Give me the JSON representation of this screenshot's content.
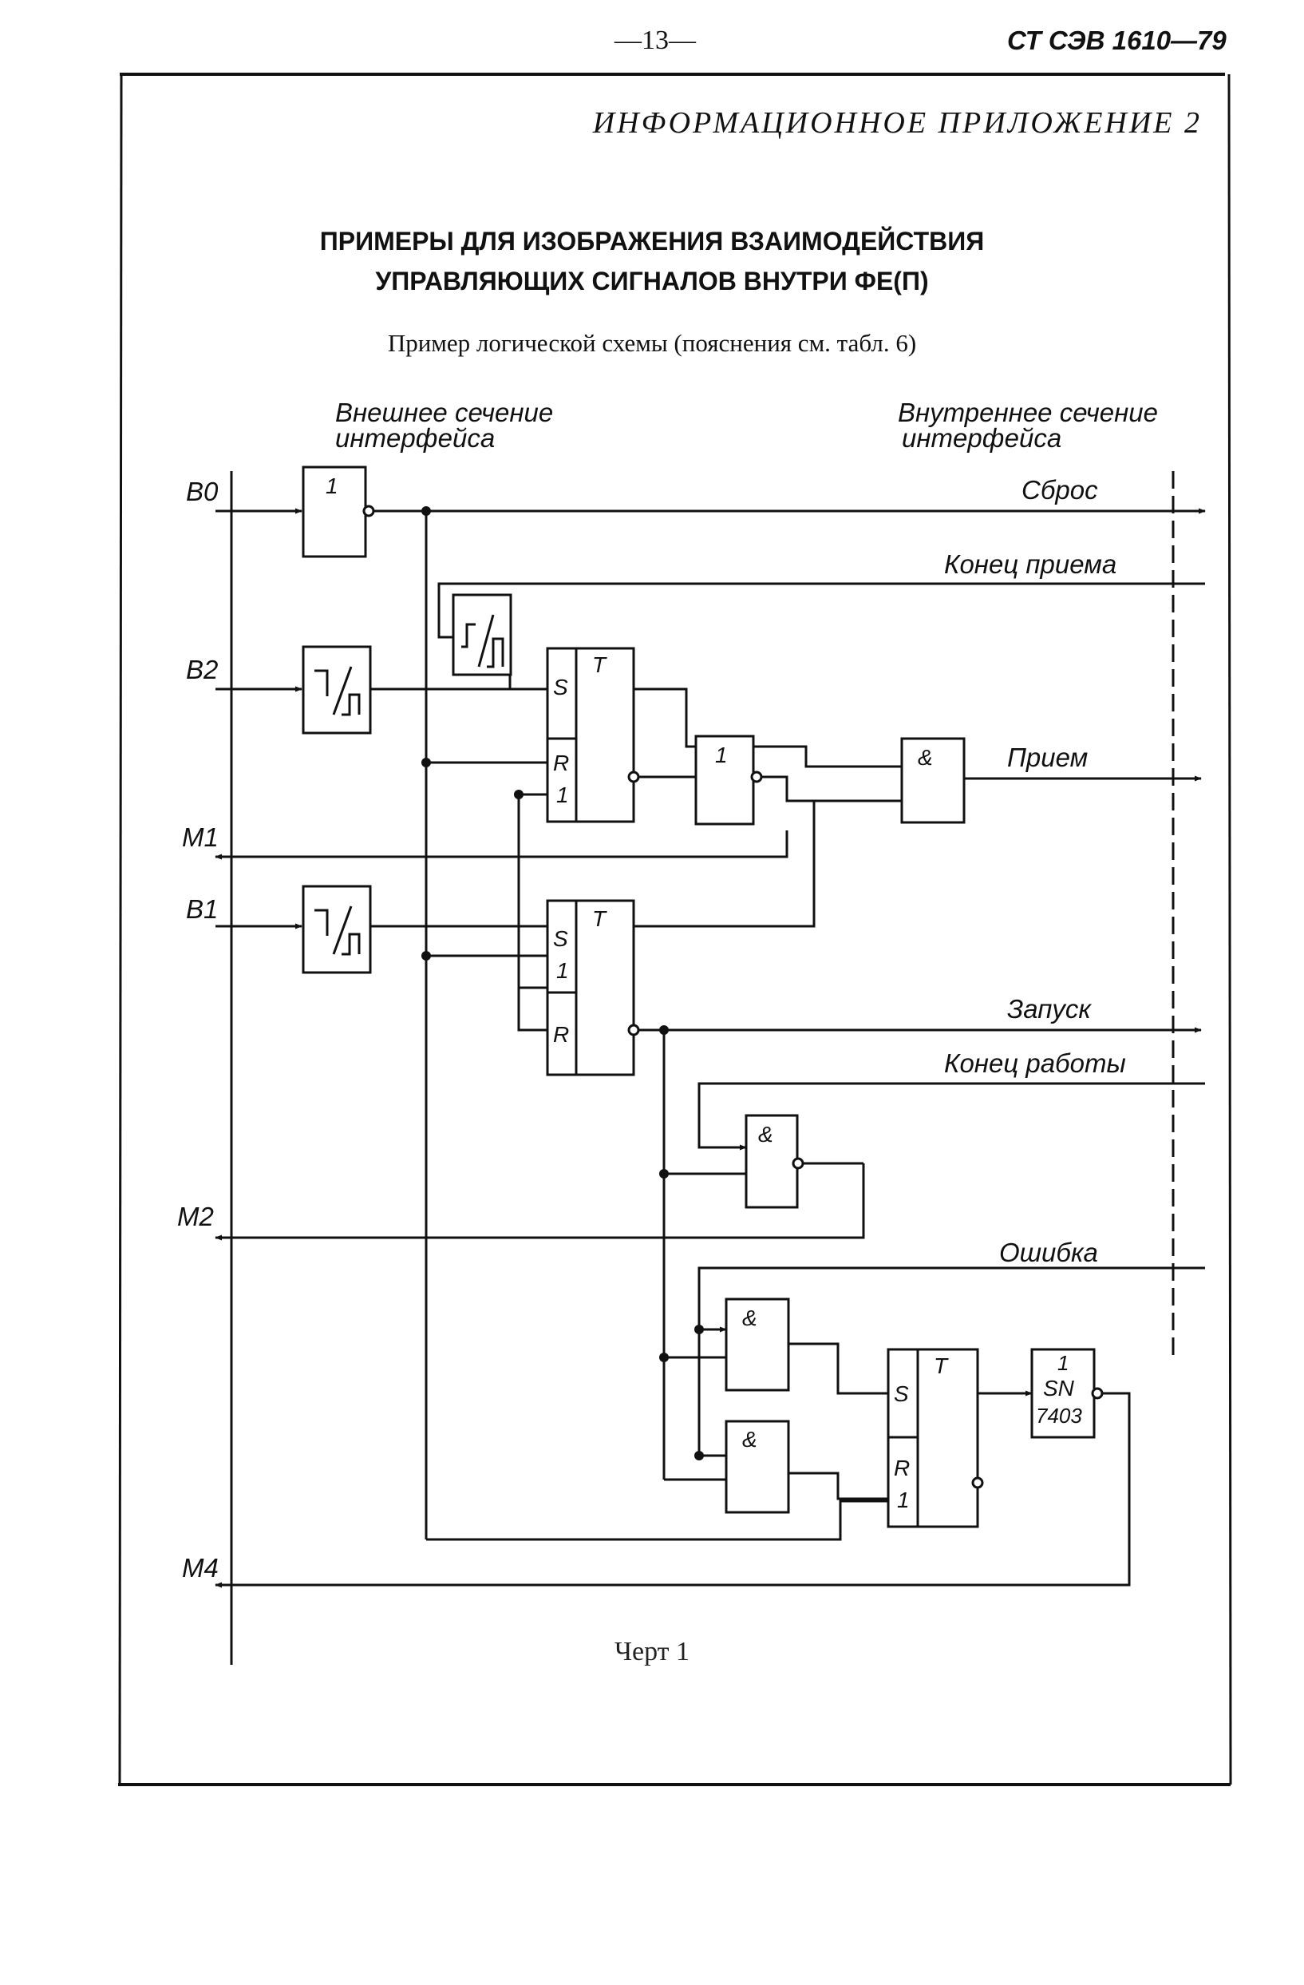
{
  "header": {
    "page_number": "—13—",
    "standard": "СТ СЭВ 1610—79"
  },
  "appendix_label": "ИНФОРМАЦИОННОЕ ПРИЛОЖЕНИЕ 2",
  "title": {
    "line1": "ПРИМЕРЫ ДЛЯ ИЗОБРАЖЕНИЯ ВЗАИМОДЕЙСТВИЯ",
    "line2": "УПРАВЛЯЮЩИХ СИГНАЛОВ ВНУТРИ ФЕ(П)"
  },
  "subtitle": "Пример логической схемы (пояснения см. табл. 6)",
  "diagram": {
    "external_section": {
      "line1": "Внешнее сечение",
      "line2": "интерфейса"
    },
    "internal_section": {
      "line1": "Внутреннее сечение",
      "line2": "интерфейса"
    },
    "left_signals": {
      "b0": "B0",
      "b2": "B2",
      "m1": "M1",
      "b1": "B1",
      "m2": "M2",
      "m4": "M4"
    },
    "right_signals": {
      "reset": "Сброс",
      "end_receive": "Конец приема",
      "receive": "Прием",
      "start": "Запуск",
      "end_work": "Конец работы",
      "error": "Ошибка"
    },
    "gate_labels": {
      "not": "1",
      "and": "&",
      "trigger": "T",
      "set": "S",
      "reset": "R",
      "one": "1",
      "sn_one": "1",
      "sn": "SN",
      "sn_code": "7403"
    }
  },
  "caption": "Черт 1"
}
